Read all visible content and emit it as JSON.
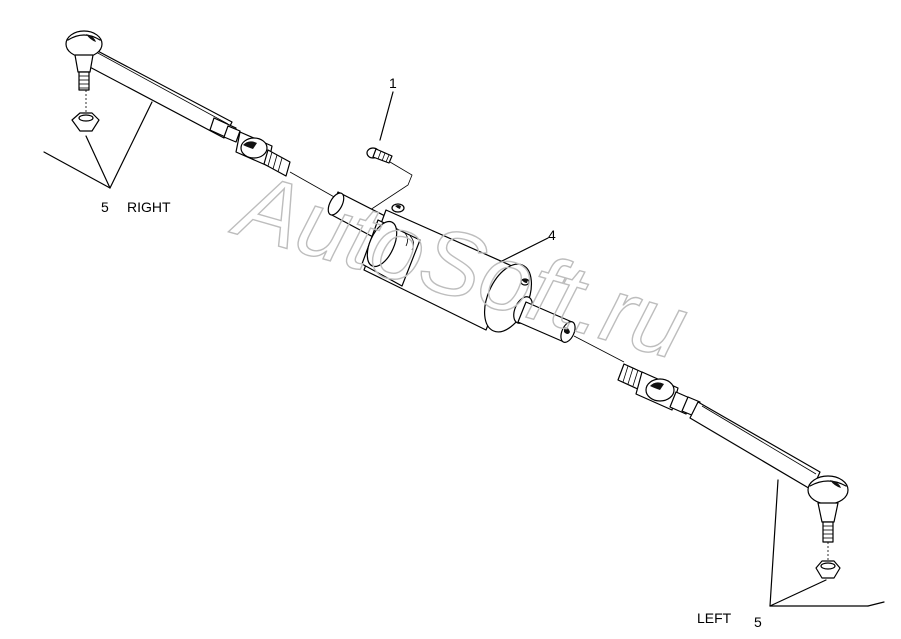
{
  "diagram": {
    "watermark": "AutoSoft.ru",
    "callouts": [
      {
        "id": "callout-1",
        "number": "1"
      },
      {
        "id": "callout-4",
        "number": "4"
      },
      {
        "id": "callout-5-right",
        "number": "5",
        "label": "RIGHT"
      },
      {
        "id": "callout-5-left",
        "number": "5",
        "label": "LEFT"
      }
    ],
    "colors": {
      "line": "#000000",
      "background": "#ffffff",
      "watermark": "#bdbdbd"
    }
  }
}
